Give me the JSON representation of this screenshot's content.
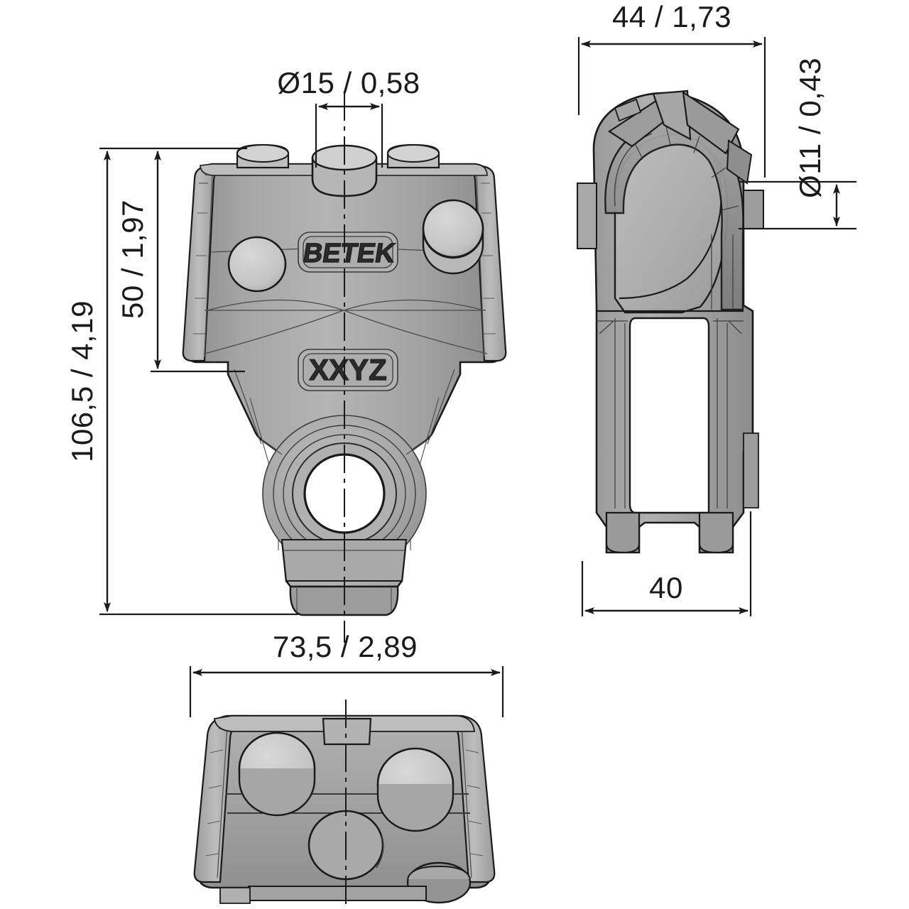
{
  "drawing": {
    "title": "Technical dimension drawing - tool holder block",
    "views": [
      {
        "id": "front-view",
        "name": "front-view"
      },
      {
        "id": "side-view",
        "name": "side-view"
      },
      {
        "id": "bottom-view",
        "name": "bottom-view"
      }
    ]
  },
  "dimensions": {
    "bore_top": "Ø15 / 0,58",
    "height_upper": "50 / 1,97",
    "height_total": "106,5 / 4,19",
    "width_total": "73,5 / 2,89",
    "side_width": "44 / 1,73",
    "side_bore": "Ø11 / 0,43",
    "side_depth": "40"
  },
  "markings": {
    "brand": "BETEK",
    "part_code": "XXYZ"
  },
  "colors": {
    "line": "#1a1a1a",
    "body_light": "#c9c9c9",
    "body_mid": "#a8a8a8",
    "body_dark": "#8f8f8f",
    "body_darker": "#7b7b7b",
    "highlight": "#d6d6d6",
    "background": "#ffffff"
  }
}
